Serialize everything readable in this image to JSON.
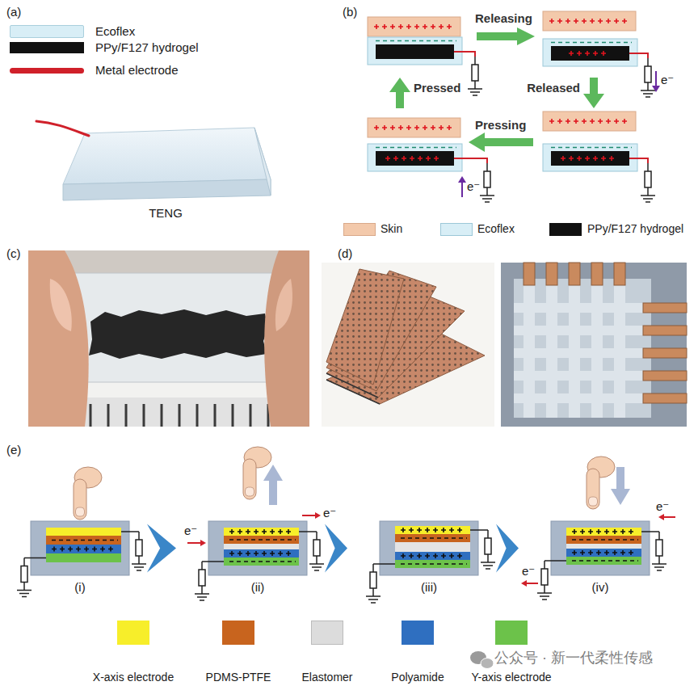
{
  "diagram": {
    "nodes": [
      {
        "text": [
          "(i)"
        ]
      },
      {
        "text": [
          "(ii)"
        ]
      },
      {
        "text": [
          "(iii)"
        ]
      },
      {
        "text": [
          "(iv)"
        ]
      }
    ],
    "edges": [
      {
        "from": 0,
        "to": 1,
        "arrow": "to"
      },
      {
        "from": 1,
        "to": 2,
        "arrow": "to"
      },
      {
        "from": 2,
        "to": 3,
        "arrow": "to"
      }
    ],
    "labels": [
      "(a)",
      "TENG",
      "(b)",
      "Releasing",
      "e⁻",
      "Pressed",
      "Released",
      "Pressing",
      "e⁻",
      "(c)",
      "(d)",
      "(e)",
      "e⁻",
      "e⁻",
      "e⁻",
      "e⁻",
      "公众号 · 新一代柔性传感"
    ],
    "legend": [
      {
        "text": "Ecoflex",
        "color": "#d8eef6"
      },
      {
        "text": "PPy/F127 hydrogel",
        "color": "#111111"
      },
      {
        "text": "Metal electrode",
        "color": "#d0202a"
      },
      {
        "text": "Skin",
        "color": "#f3c9ab"
      },
      {
        "text": "Ecoflex",
        "color": "#d8eef6"
      },
      {
        "text": "PPy/F127 hydrogel",
        "color": "#111111"
      },
      {
        "text": "X-axis electrode",
        "color": "#f7ee2a"
      },
      {
        "text": "PDMS-PTFE",
        "color": "#c8641e"
      },
      {
        "text": "Elastomer",
        "color": "#dcdcdc"
      },
      {
        "text": "Polyamide",
        "color": "#2f6fc0"
      },
      {
        "text": "Y-axis electrode",
        "color": "#6cc24a"
      }
    ]
  }
}
